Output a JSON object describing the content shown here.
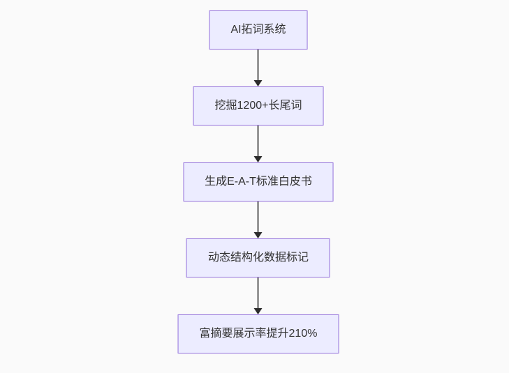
{
  "diagram": {
    "type": "flowchart-top-down",
    "colors": {
      "bg": "#fafafa",
      "node_fill": "#ECECFF",
      "node_border": "#9370DB",
      "text_color": "#333333",
      "line_color": "#5c5c5c",
      "head_color": "#2b2b2b"
    },
    "nodes": [
      {
        "label": "AI拓词系统"
      },
      {
        "label": "挖掘1200+长尾词"
      },
      {
        "label": "生成E-A-T标准白皮书"
      },
      {
        "label": "动态结构化数据标记"
      },
      {
        "label": "富摘要展示率提升210%"
      }
    ],
    "edges": [
      {
        "from": 0,
        "to": 1
      },
      {
        "from": 1,
        "to": 2
      },
      {
        "from": 2,
        "to": 3
      },
      {
        "from": 3,
        "to": 4
      }
    ]
  }
}
